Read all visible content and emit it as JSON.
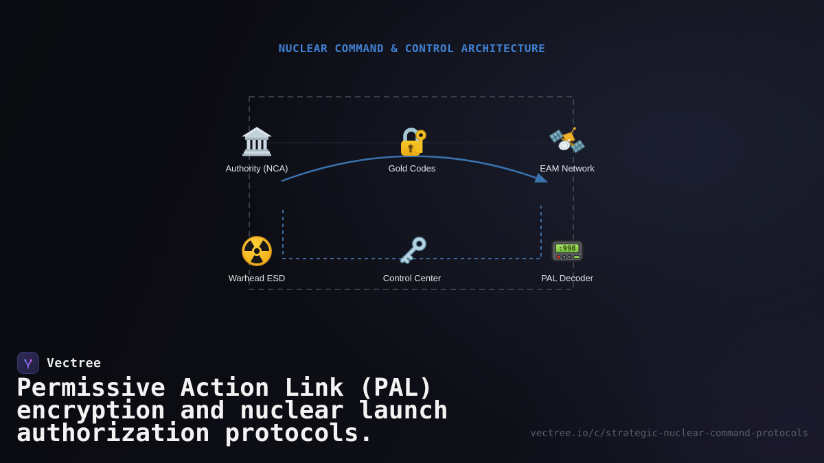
{
  "title": "NUCLEAR COMMAND & CONTROL ARCHITECTURE",
  "diagram": {
    "nodes": [
      {
        "label": "Authority (NCA)",
        "icon": "classical-building"
      },
      {
        "label": "Gold Codes",
        "icon": "locked-with-key"
      },
      {
        "label": "EAM Network",
        "icon": "satellite"
      },
      {
        "label": "Warhead ESD",
        "icon": "radioactive"
      },
      {
        "label": "Control Center",
        "icon": "old-key"
      },
      {
        "label": "PAL Decoder",
        "icon": "pager"
      }
    ],
    "pager_display": ":998"
  },
  "footer": {
    "brand": "Vectree",
    "headline": "Permissive Action Link (PAL) encryption and nuclear launch authorization protocols.",
    "url": "vectree.io/c/strategic-nuclear-command-protocols"
  },
  "colors": {
    "title_accent": "#4181d4",
    "arrow_blue": "#3a72ae",
    "connector_dash_blue": "#4577ad",
    "frame_dash_gray": "#4a4f59",
    "headline_text": "#f3f3f4",
    "url_text": "#5a5f6a",
    "background": "#0c0d13",
    "logo_purple": "#8b5cf6"
  }
}
